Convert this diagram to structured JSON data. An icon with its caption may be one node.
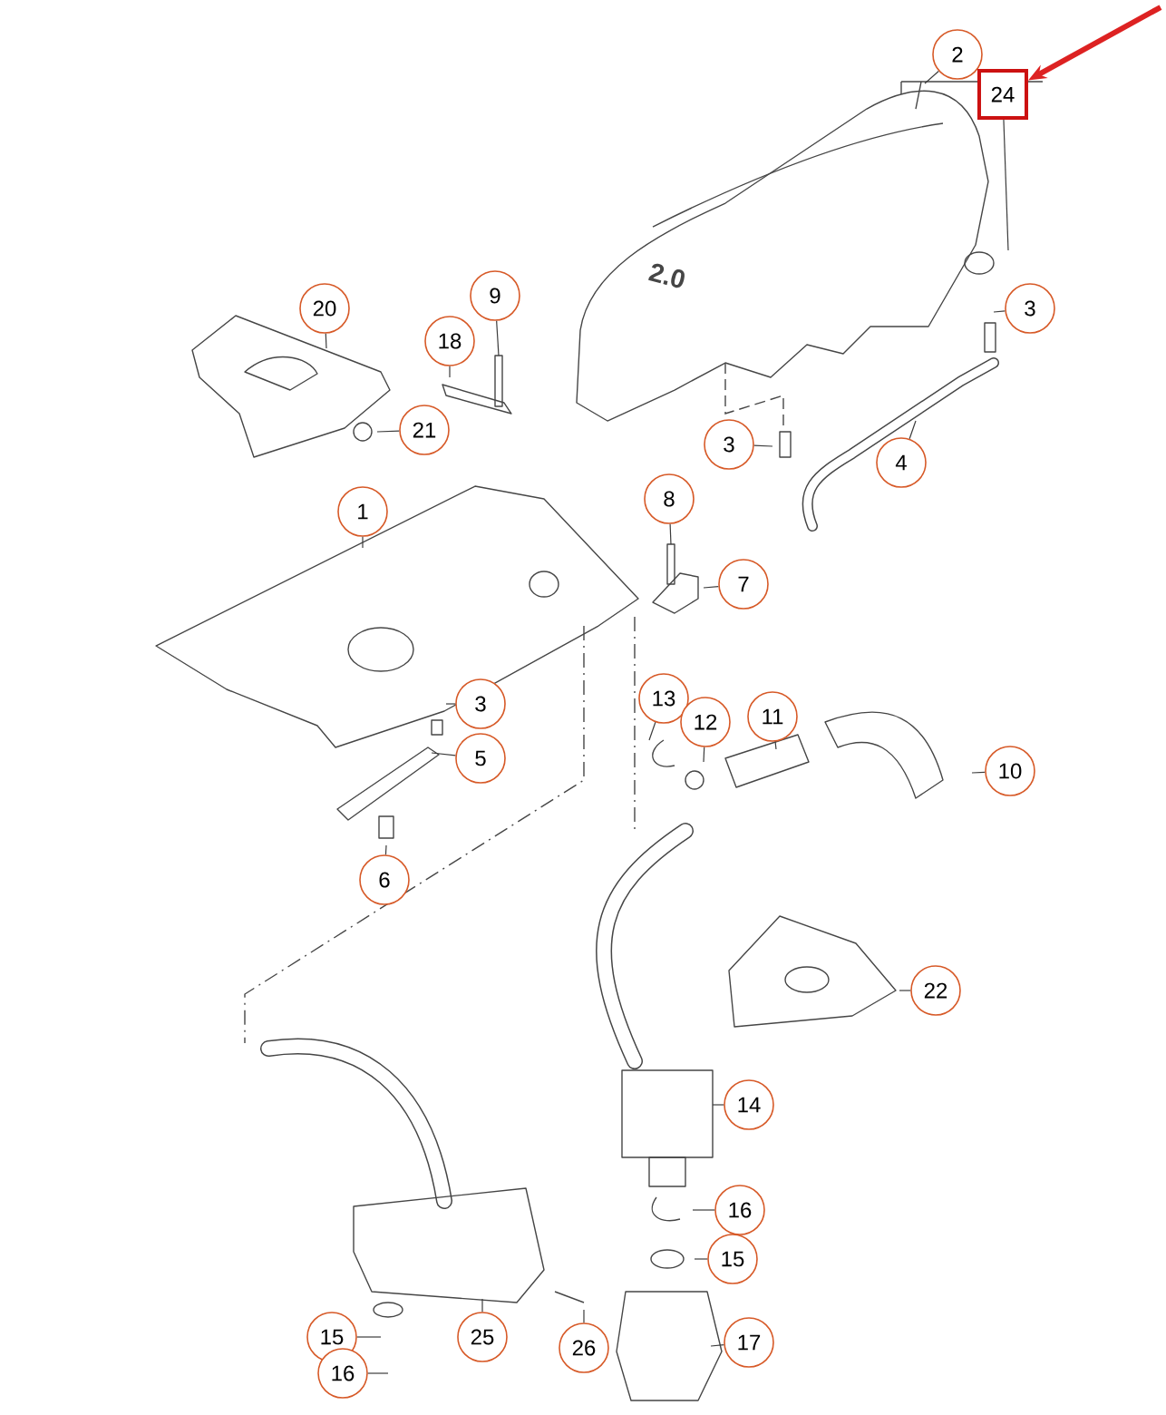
{
  "diagram": {
    "nodes": [
      {
        "text": [
          "2"
        ]
      },
      {
        "text": [
          "24"
        ]
      },
      {
        "text": [
          "3"
        ]
      },
      {
        "text": [
          "20"
        ]
      },
      {
        "text": [
          "9"
        ]
      },
      {
        "text": [
          "18"
        ]
      },
      {
        "text": [
          "21"
        ]
      },
      {
        "text": [
          "3"
        ]
      },
      {
        "text": [
          "4"
        ]
      },
      {
        "text": [
          "1"
        ]
      },
      {
        "text": [
          "8"
        ]
      },
      {
        "text": [
          "7"
        ]
      },
      {
        "text": [
          "3"
        ]
      },
      {
        "text": [
          "5"
        ]
      },
      {
        "text": [
          "13"
        ]
      },
      {
        "text": [
          "12"
        ]
      },
      {
        "text": [
          "11"
        ]
      },
      {
        "text": [
          "10"
        ]
      },
      {
        "text": [
          "6"
        ]
      },
      {
        "text": [
          "22"
        ]
      },
      {
        "text": [
          "14"
        ]
      },
      {
        "text": [
          "16"
        ]
      },
      {
        "text": [
          "15"
        ]
      },
      {
        "text": [
          "17"
        ]
      },
      {
        "text": [
          "15"
        ]
      },
      {
        "text": [
          "25"
        ]
      },
      {
        "text": [
          "26"
        ]
      },
      {
        "text": [
          "16"
        ]
      }
    ],
    "edges": [
      {
        "from": 0,
        "to": null,
        "arrow": "none"
      },
      {
        "from": 1,
        "to": null,
        "arrow": "none"
      },
      {
        "from": 2,
        "to": null,
        "arrow": "none"
      },
      {
        "from": 3,
        "to": null,
        "arrow": "none"
      },
      {
        "from": 4,
        "to": null,
        "arrow": "none"
      },
      {
        "from": 5,
        "to": null,
        "arrow": "none"
      },
      {
        "from": 6,
        "to": null,
        "arrow": "none"
      },
      {
        "from": 7,
        "to": null,
        "arrow": "none"
      },
      {
        "from": 8,
        "to": null,
        "arrow": "none"
      },
      {
        "from": 9,
        "to": null,
        "arrow": "none"
      },
      {
        "from": 10,
        "to": null,
        "arrow": "none"
      },
      {
        "from": 11,
        "to": null,
        "arrow": "none"
      },
      {
        "from": 12,
        "to": null,
        "arrow": "none"
      },
      {
        "from": 13,
        "to": null,
        "arrow": "none"
      },
      {
        "from": 14,
        "to": null,
        "arrow": "none"
      },
      {
        "from": 15,
        "to": null,
        "arrow": "none"
      },
      {
        "from": 16,
        "to": null,
        "arrow": "none"
      },
      {
        "from": 17,
        "to": null,
        "arrow": "none"
      },
      {
        "from": 18,
        "to": null,
        "arrow": "none"
      },
      {
        "from": 19,
        "to": null,
        "arrow": "none"
      },
      {
        "from": 20,
        "to": null,
        "arrow": "none"
      },
      {
        "from": 21,
        "to": null,
        "arrow": "none"
      },
      {
        "from": 22,
        "to": null,
        "arrow": "none"
      },
      {
        "from": 23,
        "to": null,
        "arrow": "none"
      },
      {
        "from": 24,
        "to": null,
        "arrow": "none"
      },
      {
        "from": 25,
        "to": null,
        "arrow": "none"
      },
      {
        "from": 26,
        "to": null,
        "arrow": "none"
      },
      {
        "from": 27,
        "to": null,
        "arrow": "none"
      },
      {
        "from": null,
        "to": 1,
        "arrow": "to",
        "style": "thick",
        "color": "#dd2222"
      }
    ],
    "labels": [
      "2.0"
    ]
  }
}
